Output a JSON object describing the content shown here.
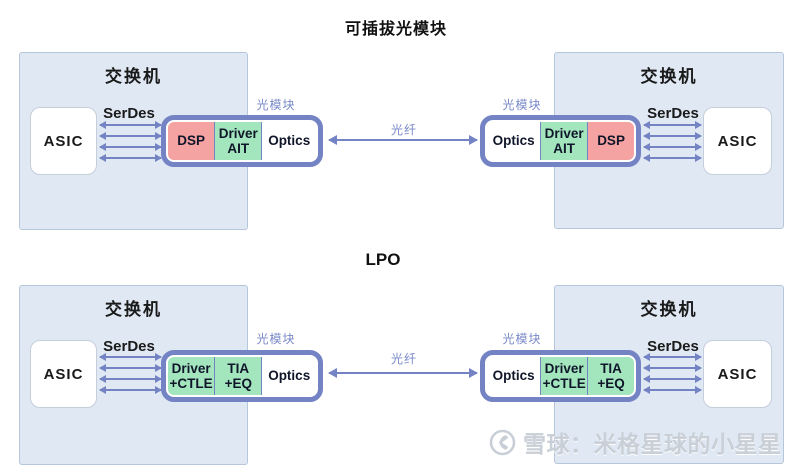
{
  "top_diagram": {
    "title": "可插拔光模块",
    "fiber_label": "光纤",
    "left": {
      "switch_label": "交换机",
      "asic_label": "ASIC",
      "serdes_label": "SerDes",
      "module_label": "光模块",
      "segments": [
        {
          "label": "DSP"
        },
        {
          "label": "Driver\nAIT"
        },
        {
          "label": "Optics"
        }
      ]
    },
    "right": {
      "switch_label": "交换机",
      "asic_label": "ASIC",
      "serdes_label": "SerDes",
      "module_label": "光模块",
      "segments": [
        {
          "label": "Optics"
        },
        {
          "label": "Driver\nAIT"
        },
        {
          "label": "DSP"
        }
      ]
    }
  },
  "bottom_diagram": {
    "title": "LPO",
    "fiber_label": "光纤",
    "left": {
      "switch_label": "交换机",
      "asic_label": "ASIC",
      "serdes_label": "SerDes",
      "module_label": "光模块",
      "segments": [
        {
          "label": "Driver\n+CTLE"
        },
        {
          "label": "TIA\n+EQ"
        },
        {
          "label": "Optics"
        }
      ]
    },
    "right": {
      "switch_label": "交换机",
      "asic_label": "ASIC",
      "serdes_label": "SerDes",
      "module_label": "光模块",
      "segments": [
        {
          "label": "Optics"
        },
        {
          "label": "Driver\n+CTLE"
        },
        {
          "label": "TIA\n+EQ"
        }
      ]
    }
  },
  "watermark": {
    "icon": "xueqiu-logo",
    "text": "雪球：米格星球的小星星"
  },
  "colors": {
    "module_border": "#7483C4",
    "dsp_fill": "#F5A2A2",
    "analog_fill": "#A3E6BE",
    "switch_fill": "#DFE8F3",
    "small_label_blue": "#7888C8",
    "watermark_gray": "#C9CFD7"
  }
}
